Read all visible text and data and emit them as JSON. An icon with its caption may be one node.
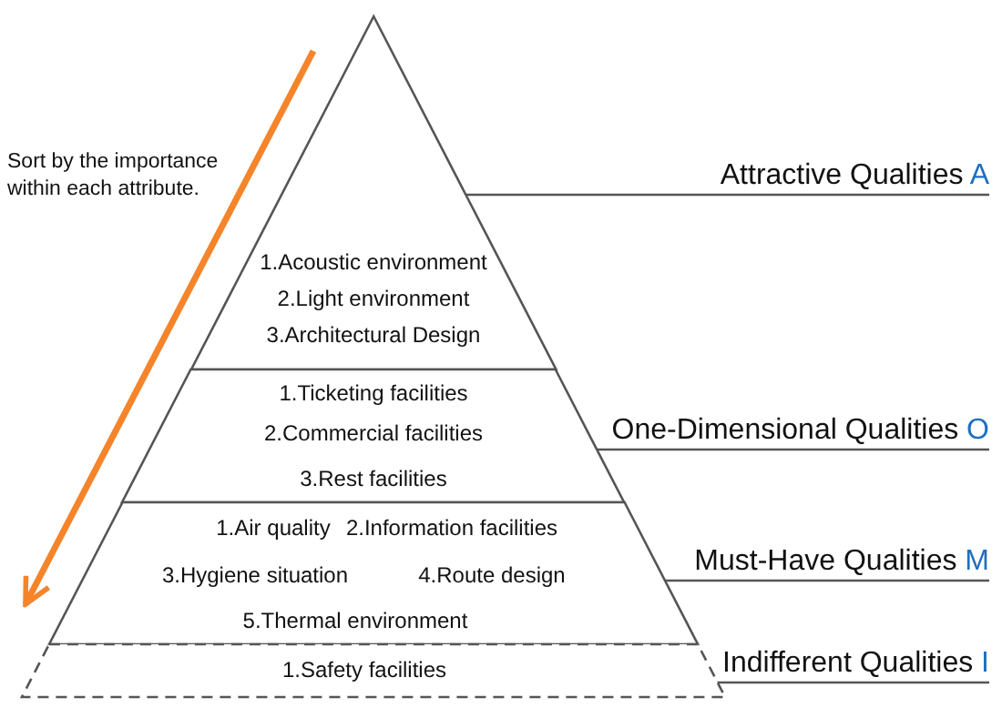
{
  "diagram": {
    "nodes": [
      {
        "text": [
          "1.Acoustic environment",
          "2.Light environment",
          "3.Architectural Design"
        ]
      },
      {
        "text": [
          "1.Ticketing facilities",
          "2.Commercial facilities",
          "3.Rest facilities"
        ]
      },
      {
        "text": [
          "1.Air quality",
          "2.Information facilities",
          "3.Hygiene situation",
          "4.Route design",
          "5.Thermal environment"
        ]
      },
      {
        "text": [
          "1.Safety facilities"
        ]
      },
      {
        "text": [
          "Attractive Qualities A"
        ]
      },
      {
        "text": [
          "One-Dimensional Qualities O"
        ]
      },
      {
        "text": [
          "Must-Have Qualities M"
        ]
      },
      {
        "text": [
          "Indifferent Qualities I"
        ]
      }
    ],
    "edges": [
      {
        "from": 4,
        "to": 0,
        "arrow": "none"
      },
      {
        "from": 5,
        "to": 1,
        "arrow": "none"
      },
      {
        "from": 6,
        "to": 2,
        "arrow": "none"
      },
      {
        "from": 7,
        "to": 3,
        "arrow": "none"
      }
    ],
    "labels": [
      "Sort by the importance within each attribute."
    ]
  }
}
